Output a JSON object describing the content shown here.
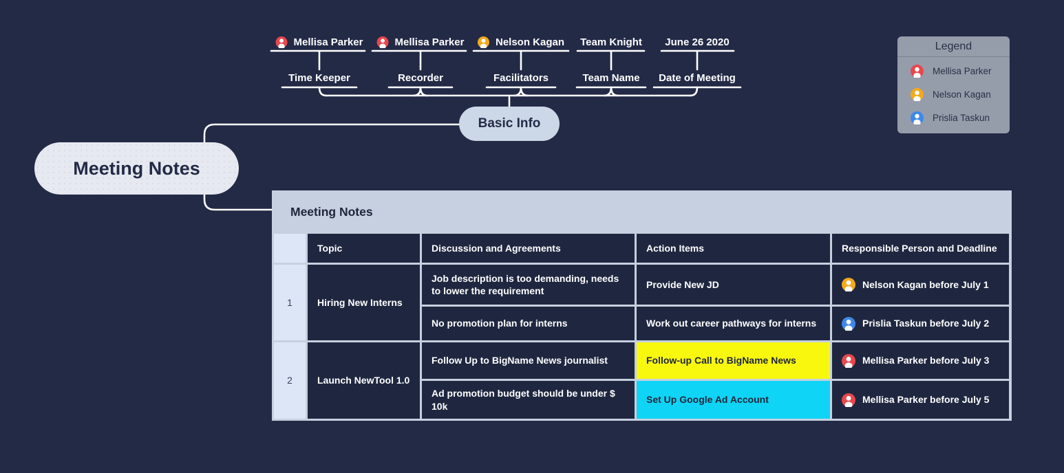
{
  "root": {
    "label": "Meeting Notes"
  },
  "basic_info": {
    "label": "Basic Info"
  },
  "tree": {
    "columns": [
      {
        "name": "Mellisa Parker",
        "avatar_color": "#e8474d",
        "label": "Time Keeper"
      },
      {
        "name": "Mellisa Parker",
        "avatar_color": "#e8474d",
        "label": "Recorder"
      },
      {
        "name": "Nelson Kagan",
        "avatar_color": "#f2a91c",
        "label": "Facilitators"
      },
      {
        "name": "Team Knight",
        "label": "Team Name"
      },
      {
        "name": "June 26 2020",
        "label": "Date of Meeting"
      }
    ]
  },
  "legend": {
    "title": "Legend",
    "items": [
      {
        "name": "Mellisa Parker",
        "color": "#e8474d"
      },
      {
        "name": "Nelson Kagan",
        "color": "#f2a91c"
      },
      {
        "name": "Prislia Taskun",
        "color": "#3e88ea"
      }
    ]
  },
  "table": {
    "title": "Meeting Notes",
    "headers": [
      "Topic",
      "Discussion and Agreements",
      "Action Items",
      "Responsible Person and Deadline"
    ],
    "rows": [
      {
        "num": "1",
        "topic": "Hiring New Interns",
        "subrows": [
          {
            "discussion": "Job description is too demanding, needs to lower the requirement",
            "action": "Provide New JD",
            "responsible": "Nelson Kagan before July 1",
            "avatar_color": "#f2a91c"
          },
          {
            "discussion": "No promotion plan for interns",
            "action": "Work out career pathways for interns",
            "responsible": "Prislia Taskun before July 2",
            "avatar_color": "#3e88ea"
          }
        ]
      },
      {
        "num": "2",
        "topic": "Launch NewTool 1.0",
        "subrows": [
          {
            "discussion": "Follow Up to BigName News journalist",
            "action": "Follow-up Call to BigName News",
            "action_highlight": "#f8f80f",
            "responsible": "Mellisa Parker before July 3",
            "avatar_color": "#e8474d"
          },
          {
            "discussion": "Ad promotion budget should be under $ 10k",
            "action": "Set Up Google Ad Account",
            "action_highlight": "#0fd4f5",
            "responsible": "Mellisa Parker before July 5",
            "avatar_color": "#e8474d"
          }
        ]
      }
    ]
  },
  "colors": {
    "canvas_background": "#232a46",
    "dark_cell": "#1f2740",
    "table_frame": "#c6d0e0",
    "index_cell": "#dce6f7",
    "node_fill": "#ccd7e7",
    "root_fill": "#e7e9f1",
    "legend_background": "#959caa",
    "connector_line": "#ffffff",
    "highlight_yellow": "#f8f80f",
    "highlight_cyan": "#0fd4f5",
    "avatar_red": "#e8474d",
    "avatar_yellow": "#f2a91c",
    "avatar_blue": "#3e88ea"
  }
}
